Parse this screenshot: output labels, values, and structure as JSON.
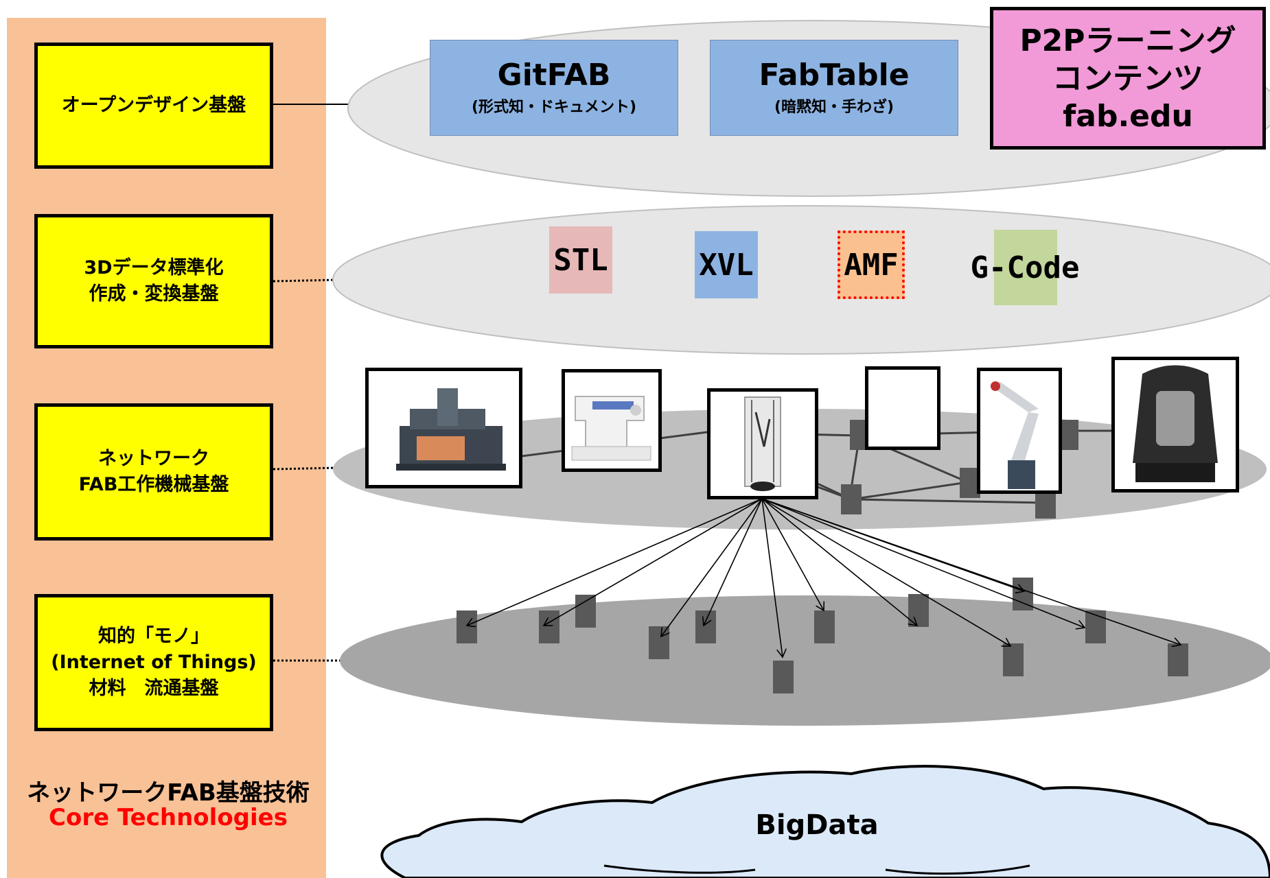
{
  "layers": [
    {
      "label": "オープンデザイン基盤"
    },
    {
      "label": "3Dデータ標準化\n作成・変換基盤"
    },
    {
      "label": "ネットワーク\nFAB工作機械基盤"
    },
    {
      "label": "知的「モノ」\n(Internet of Things)\n材料　流通基盤"
    }
  ],
  "footer": {
    "title": "ネットワークFAB基盤技術",
    "subtitle": "Core Technologies",
    "subtitle_color": "#ff0000"
  },
  "projects": [
    {
      "name": "GitFAB",
      "sub": "(形式知・ドキュメント)"
    },
    {
      "name": "FabTable",
      "sub": "(暗黙知・手わざ)"
    }
  ],
  "p2p": {
    "line1": "P2Pラーニング",
    "line2": "コンテンツ",
    "line3": "fab.edu"
  },
  "formats": [
    {
      "label": "STL",
      "color": "#e6b9b8"
    },
    {
      "label": "XVL",
      "color": "#8db3e2"
    },
    {
      "label": "AMF",
      "color": "#fac08f"
    },
    {
      "label": "G-Code",
      "color": "#c3d69b"
    }
  ],
  "machines": [
    {
      "name": "milling-machine"
    },
    {
      "name": "sewing-machine"
    },
    {
      "name": "delta-3d-printer"
    },
    {
      "name": "blank-machine"
    },
    {
      "name": "robot-arm"
    },
    {
      "name": "3d-printer"
    }
  ],
  "bigdata": {
    "label": "BigData"
  },
  "colors": {
    "panel": "#f8c196",
    "layer_box": "#ffff00",
    "ellipse_light": "#e6e6e6",
    "ellipse_mid": "#bfbfbf",
    "ellipse_dark": "#a6a6a6",
    "node": "#595959"
  }
}
